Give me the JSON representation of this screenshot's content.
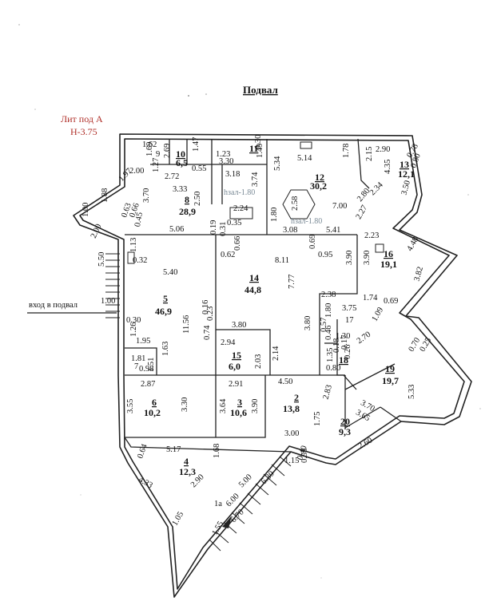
{
  "title": "Подвал",
  "litera": {
    "line1": "Лит под А",
    "line2": "Н-3.75"
  },
  "entrance": "вход в подвал",
  "level_marks": [
    {
      "name": "mark-8",
      "text": "hзал-1.80"
    },
    {
      "name": "mark-12",
      "text": "hзал-1.80"
    }
  ],
  "rooms": [
    {
      "num": "1а",
      "area": ""
    },
    {
      "num": "2",
      "area": "13,8"
    },
    {
      "num": "3",
      "area": "10,6"
    },
    {
      "num": "4",
      "area": "12,3"
    },
    {
      "num": "5",
      "area": "46,9"
    },
    {
      "num": "6",
      "area": "10,2"
    },
    {
      "num": "7",
      "area": ""
    },
    {
      "num": "8",
      "area": "28,9"
    },
    {
      "num": "9",
      "area": ""
    },
    {
      "num": "10",
      "area": "6,5"
    },
    {
      "num": "11",
      "area": ""
    },
    {
      "num": "12",
      "area": "30,2"
    },
    {
      "num": "13",
      "area": "12,1"
    },
    {
      "num": "14",
      "area": "44,8"
    },
    {
      "num": "15",
      "area": "6,0"
    },
    {
      "num": "16",
      "area": "19,1"
    },
    {
      "num": "17",
      "area": ""
    },
    {
      "num": "18",
      "area": ""
    },
    {
      "num": "19",
      "area": "19,7"
    },
    {
      "num": "20",
      "area": "9,3"
    }
  ],
  "dims": [
    "1.62",
    "1.69",
    "2.00",
    "1.97",
    "1.27",
    "2.69",
    "1.47",
    "2.72",
    "0.55",
    "1.23",
    "1.49",
    "0.30",
    "3.30",
    "3.18",
    "3.74",
    "5.34",
    "5.14",
    "1.78",
    "2.90",
    "2.15",
    "0.78",
    "0.80",
    "4.35",
    "3.50",
    "2.34",
    "2.80",
    "2.27",
    "3.33",
    "3.70",
    "2.50",
    "2.24",
    "1.80",
    "2.58",
    "7.00",
    "1.88",
    "1.00",
    "2.00",
    "0.63",
    "0.66",
    "0.45",
    "5.06",
    "0.19",
    "0.31",
    "0.35",
    "3.08",
    "5.41",
    "2.23",
    "0.69",
    "1.13",
    "0.32",
    "0.62",
    "0.66",
    "8.11",
    "0.95",
    "3.90",
    "3.90",
    "4.48",
    "5.50",
    "5.40",
    "7.77",
    "3.82",
    "1.00",
    "2.38",
    "1.74",
    "0.69",
    "3.75",
    "1.80",
    "1.09",
    "0.30",
    "11.56",
    "0.16",
    "0.23",
    "0.74",
    "3.80",
    "3.80",
    "0.57",
    "0.46",
    "1.30",
    "1.26",
    "1.95",
    "1.63",
    "2.94",
    "2.70",
    "0.70",
    "0.25",
    "1.81",
    "1.51",
    "0.98",
    "2.03",
    "2.14",
    "1.35",
    "0.18",
    "0.80",
    "0.26",
    "0.17",
    "4.50",
    "2.87",
    "2.91",
    "2.83",
    "3.55",
    "3.30",
    "3.64",
    "3.90",
    "5.33",
    "3.70",
    "3.65",
    "1.75",
    "2.60",
    "3.00",
    "0.64",
    "5.17",
    "1.68",
    "1.15",
    "0.55",
    "5.00",
    "4.33",
    "2.90",
    "6.30",
    "6.00",
    "1.05",
    "6.70",
    "1.55",
    "0.40"
  ]
}
